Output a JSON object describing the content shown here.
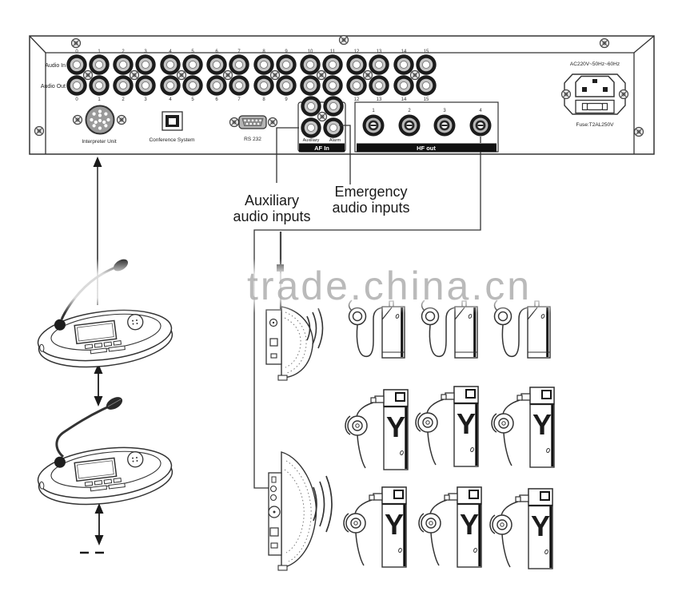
{
  "watermark": {
    "text": "trade.china.cn"
  },
  "panel": {
    "audio_in": "Audio In",
    "audio_out": "Audio Out",
    "channels": [
      "0",
      "1",
      "2",
      "3",
      "4",
      "5",
      "6",
      "7",
      "8",
      "9",
      "10",
      "11",
      "12",
      "13",
      "14",
      "15"
    ],
    "interpreter_unit": "Interpreter Unit",
    "conference_system": "Conference System",
    "rs232": "RS 232",
    "af_in": {
      "auxiliary": "Auxiliary",
      "alarm": "Alarm",
      "bar": "AF In"
    },
    "hf_out": {
      "ports": [
        "1",
        "2",
        "3",
        "4"
      ],
      "bar": "HF out"
    },
    "power": {
      "rating": "AC220V~50Hz~60Hz",
      "fuse": "Fuse:T2AL250V"
    }
  },
  "annotations": {
    "auxiliary": {
      "line1": "Auxiliary",
      "line2": "audio inputs"
    },
    "emergency": {
      "line1": "Emergency",
      "line2": "audio inputs"
    }
  },
  "devices": {
    "receiver_logo": "Y"
  },
  "colors": {
    "line": "#333333",
    "bar": "#111111",
    "watermark": "#a9a9a9"
  }
}
